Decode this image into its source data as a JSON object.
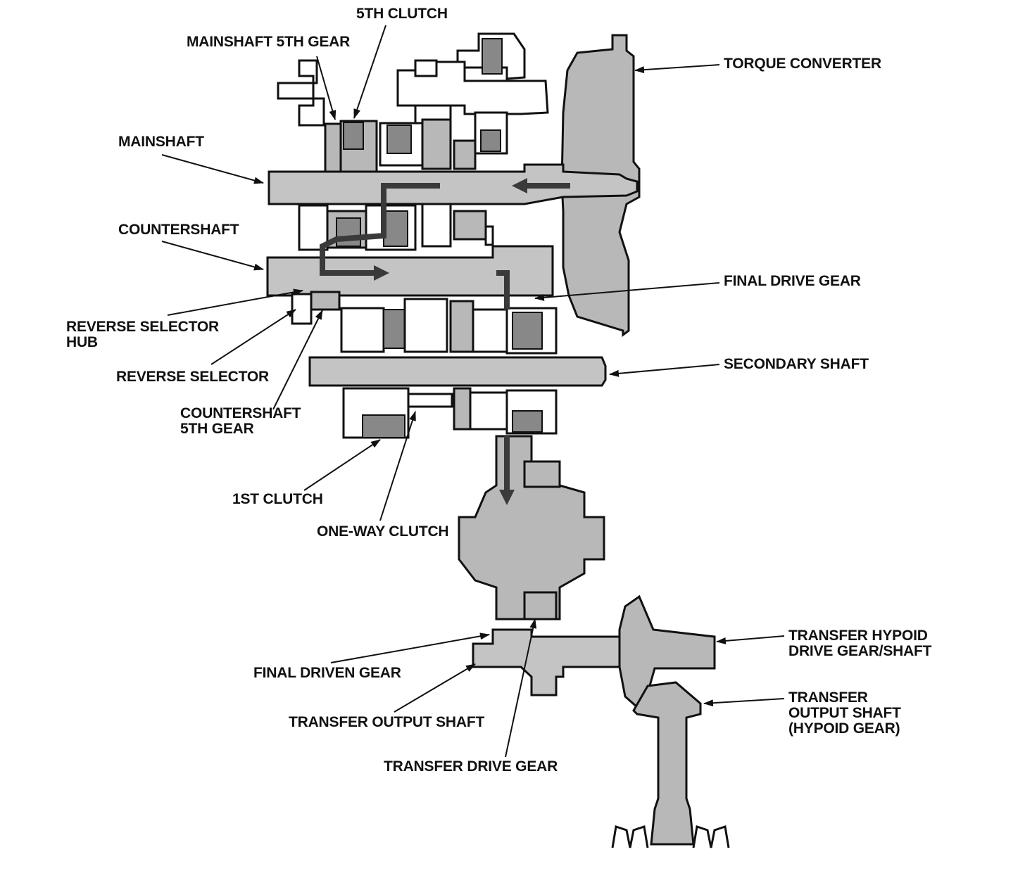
{
  "labels": {
    "fifth_clutch": "5TH CLUTCH",
    "mainshaft_5th_gear": "MAINSHAFT 5TH GEAR",
    "torque_converter": "TORQUE CONVERTER",
    "mainshaft": "MAINSHAFT",
    "countershaft": "COUNTERSHAFT",
    "final_drive_gear": "FINAL DRIVE GEAR",
    "reverse_selector_hub_1": "REVERSE SELECTOR",
    "reverse_selector_hub_2": "HUB",
    "reverse_selector": "REVERSE SELECTOR",
    "secondary_shaft": "SECONDARY SHAFT",
    "countershaft_5th_gear_1": "COUNTERSHAFT",
    "countershaft_5th_gear_2": "5TH GEAR",
    "first_clutch": "1ST CLUTCH",
    "one_way_clutch": "ONE-WAY CLUTCH",
    "transfer_hypoid_1": "TRANSFER HYPOID",
    "transfer_hypoid_2": "DRIVE GEAR/SHAFT",
    "final_driven_gear": "FINAL DRIVEN GEAR",
    "transfer_output_shaft": "TRANSFER OUTPUT SHAFT",
    "transfer_output_hypoid_1": "TRANSFER",
    "transfer_output_hypoid_2": "OUTPUT SHAFT",
    "transfer_output_hypoid_3": "(HYPOID GEAR)",
    "transfer_drive_gear": "TRANSFER DRIVE GEAR"
  }
}
